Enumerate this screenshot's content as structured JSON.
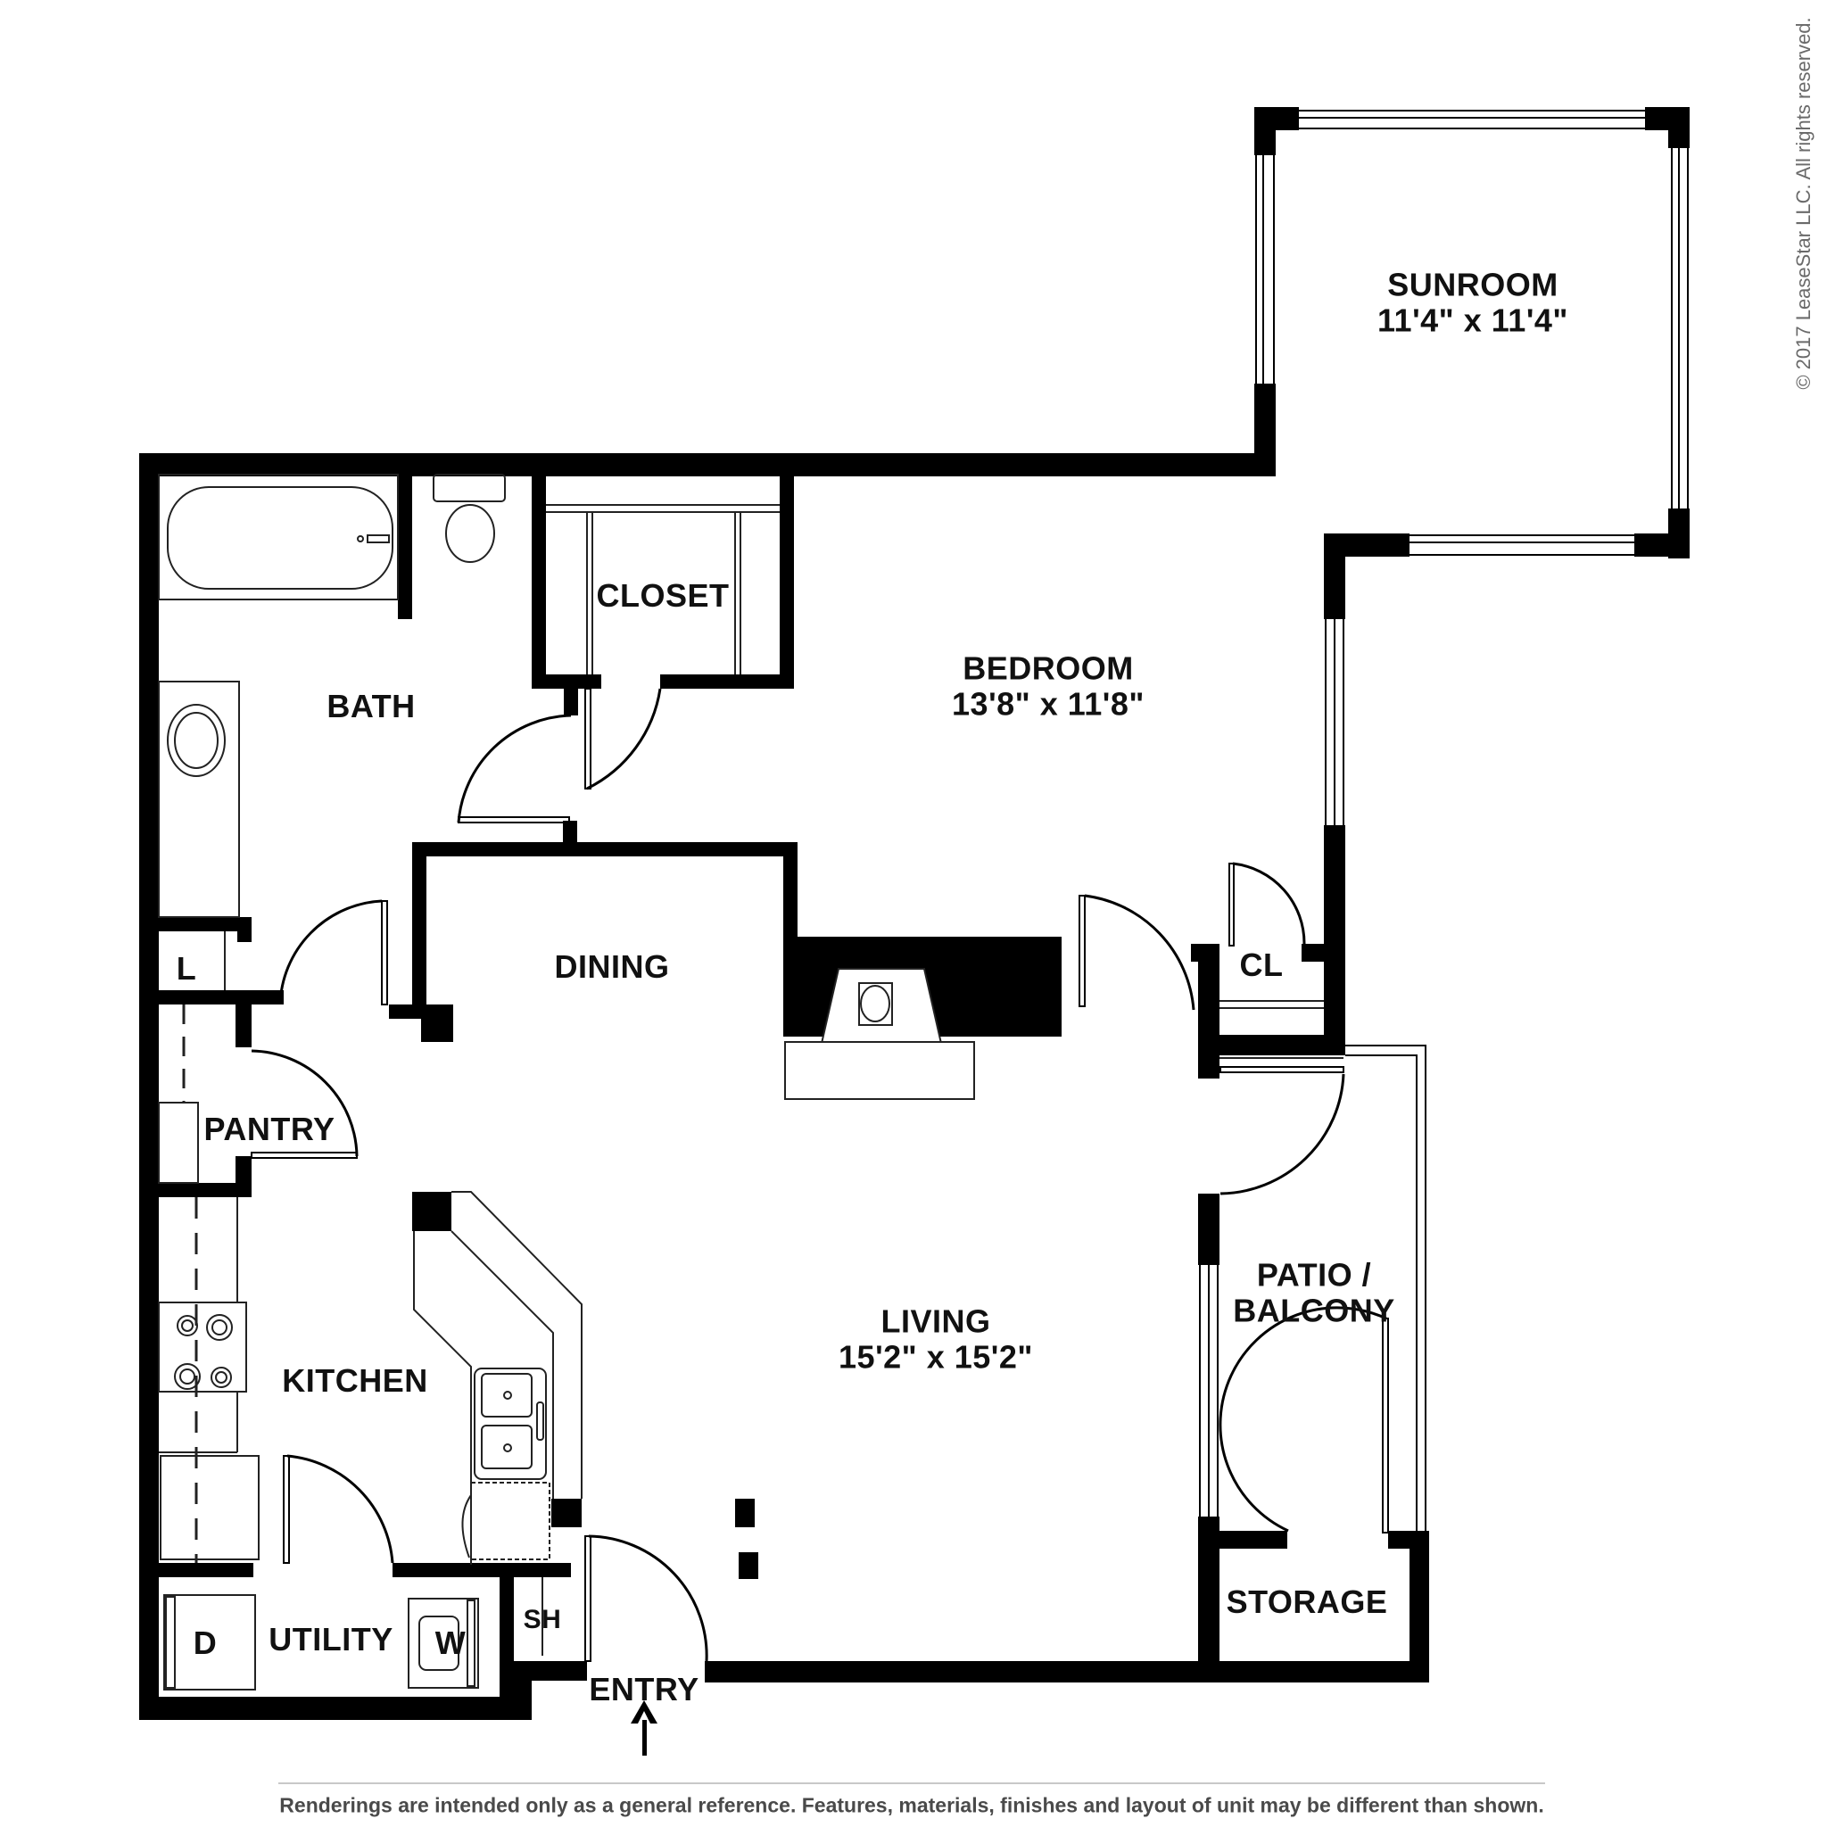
{
  "copyright": "© 2017 LeaseStar LLC. All rights reserved.",
  "disclaimer": "Renderings are intended only as a general reference. Features, materials, finishes and layout of unit may be different than shown.",
  "colors": {
    "wall": "#000000",
    "background": "#ffffff",
    "fixture_line": "#222222",
    "footer_text": "#4a4a4a",
    "copyright_text": "#6a6a6a"
  },
  "rooms": {
    "sunroom": {
      "name": "SUNROOM",
      "dimensions": "11'4\" x 11'4\""
    },
    "bedroom": {
      "name": "BEDROOM",
      "dimensions": "13'8\" x 11'8\""
    },
    "living": {
      "name": "LIVING",
      "dimensions": "15'2\" x 15'2\""
    },
    "closet": {
      "name": "CLOSET"
    },
    "bath": {
      "name": "BATH"
    },
    "dining": {
      "name": "DINING"
    },
    "linen": {
      "name": "L"
    },
    "cl": {
      "name": "CL"
    },
    "pantry": {
      "name": "PANTRY"
    },
    "kitchen": {
      "name": "KITCHEN"
    },
    "patio": {
      "name_line1": "PATIO /",
      "name_line2": "BALCONY"
    },
    "storage": {
      "name": "STORAGE"
    },
    "utility": {
      "name": "UTILITY"
    },
    "shelf": {
      "name": "SH"
    }
  },
  "appliances": {
    "dryer": "D",
    "washer": "W"
  },
  "entry": {
    "label": "ENTRY",
    "icon": "arrow-up-icon"
  }
}
